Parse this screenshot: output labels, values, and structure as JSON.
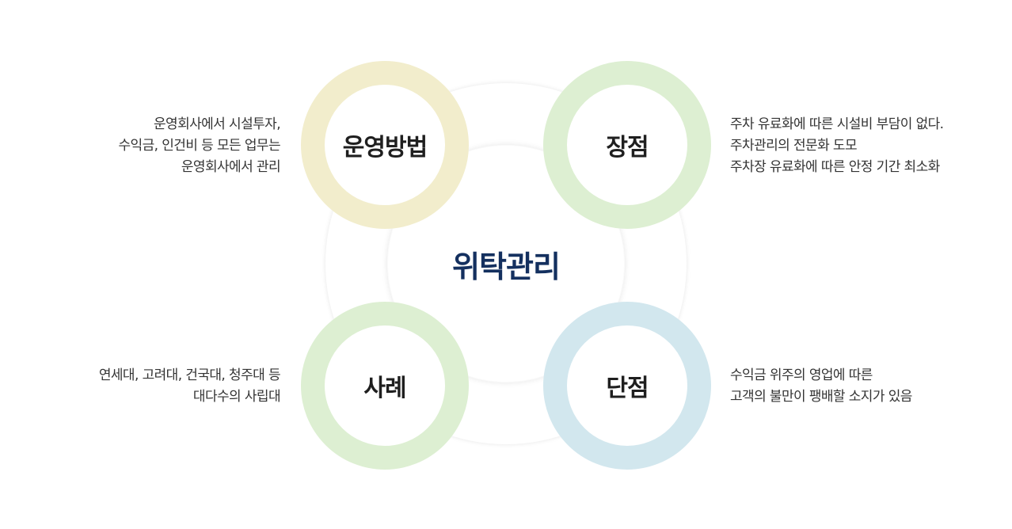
{
  "center": {
    "title": "위탁관리"
  },
  "nodes": {
    "top_left": {
      "label": "운영방법",
      "ring_color": "#f2edcc",
      "desc": [
        "운영회사에서 시설투자,",
        "수익금, 인건비 등 모든 업무는",
        "운영회사에서 관리"
      ]
    },
    "top_right": {
      "label": "장점",
      "ring_color": "#ddefd2",
      "desc": [
        "주차 유료화에 따른 시설비 부담이 없다.",
        "주차관리의 전문화 도모",
        "주차장 유료화에 따른 안정 기간 최소화"
      ]
    },
    "bottom_left": {
      "label": "사례",
      "ring_color": "#ddefd2",
      "desc": [
        "연세대, 고려대, 건국대, 청주대 등",
        "대다수의 사립대"
      ]
    },
    "bottom_right": {
      "label": "단점",
      "ring_color": "#d2e7ee",
      "desc": [
        "수익금 위주의 영업에 따른",
        "고객의 불만이 팽배할 소지가 있음"
      ]
    }
  },
  "colors": {
    "center_title": "#14305f",
    "node_label": "#1f1f1f",
    "desc_text": "#333333"
  }
}
